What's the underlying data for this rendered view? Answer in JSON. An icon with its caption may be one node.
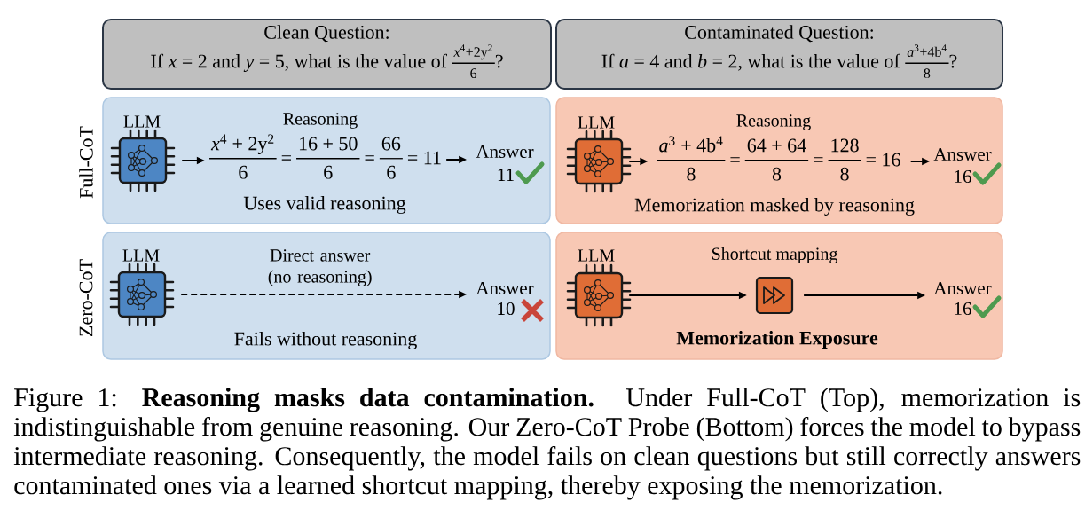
{
  "diagram": {
    "caption": "Figure 1: **Reasoning masks data contamination.** Under Full-CoT (Top), memorization is indistinguishable from genuine reasoning. Our Zero-CoT Probe (Bottom) forces the model to bypass intermediate reasoning. Consequently, the model fails on clean questions but still correctly answers contaminated ones via a learned shortcut mapping, thereby exposing the memorization.",
    "nodes": [
      {
        "text": [
          "Clean Question:",
          "If *x* = 2 and *y* = 5, what is the value of",
          "*x*$^{4}$+2y$^{2}$",
          "6",
          "?"
        ]
      },
      {
        "text": [
          "Contaminated Question:",
          "If *a* = 4 and *b* = 2, what is the value of",
          "*a*$^{3}$+4b$^{4}$",
          "8",
          "?"
        ]
      },
      {
        "text": [
          "Uses valid reasoning"
        ]
      },
      {
        "text": [
          "LLM"
        ],
        "in": 2
      },
      {
        "text": [
          "Reasoning",
          "*x*$^{4}$ + 2y$^{2}$",
          "6",
          "=",
          "16 + 50",
          "6",
          "=",
          "66",
          "6",
          "= 11"
        ],
        "in": 2
      },
      {
        "text": [
          "Answer",
          "11"
        ],
        "in": 2
      },
      {
        "text": [
          "Memorization masked by reasoning"
        ]
      },
      {
        "text": [
          "LLM"
        ],
        "in": 6
      },
      {
        "text": [
          "Reasoning",
          "*a*$^{3}$ + 4b$^{4}$",
          "8",
          "=",
          "64 + 64",
          "8",
          "=",
          "128",
          "8",
          "= 16"
        ],
        "in": 6
      },
      {
        "text": [
          "Answer",
          "16"
        ],
        "in": 6
      },
      {
        "text": [
          "Fails without reasoning"
        ]
      },
      {
        "text": [
          "LLM"
        ],
        "in": 10
      },
      {
        "text": [
          "Answer",
          "10"
        ],
        "in": 10
      },
      {
        "text": [
          "Memorization Exposure"
        ]
      },
      {
        "text": [
          "LLM"
        ],
        "in": 13
      },
      {
        "text": [
          "Shortcut mapping"
        ],
        "in": 13
      },
      {
        "text": [
          "Answer",
          "16"
        ],
        "in": 13
      }
    ],
    "edges": [
      {
        "from": 3,
        "to": 4,
        "arrow": "to"
      },
      {
        "from": 4,
        "to": 5,
        "arrow": "to"
      },
      {
        "from": 7,
        "to": 8,
        "arrow": "to"
      },
      {
        "from": 8,
        "to": 9,
        "arrow": "to"
      },
      {
        "from": 11,
        "to": 12,
        "arrow": "to",
        "style": "dashed",
        "label": "Direct answer (no reasoning)"
      },
      {
        "from": 14,
        "to": 15,
        "arrow": "to"
      },
      {
        "from": 15,
        "to": 16,
        "arrow": "to"
      }
    ],
    "labels": [
      "Full-CoT",
      "Zero-CoT"
    ]
  }
}
